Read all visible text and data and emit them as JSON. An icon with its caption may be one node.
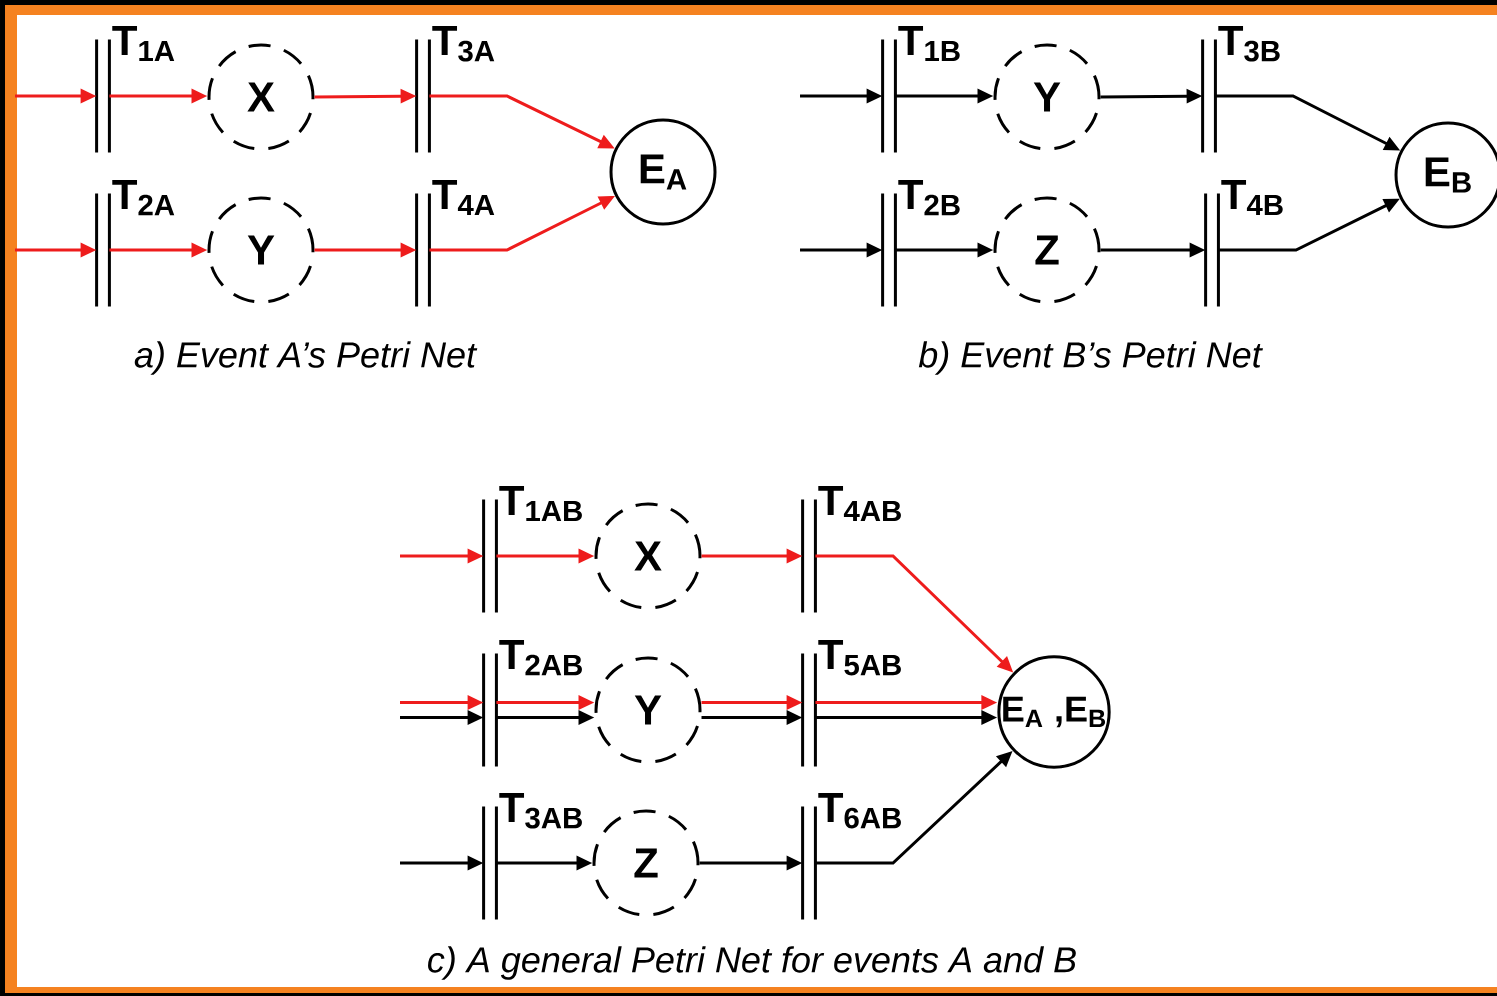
{
  "diagram": {
    "nodes": [
      {
        "text": [
          "T$_{1A}$"
        ]
      },
      {
        "text": [
          "X"
        ]
      },
      {
        "text": [
          "T$_{3A}$"
        ]
      },
      {
        "text": [
          "T$_{2A}$"
        ]
      },
      {
        "text": [
          "Y"
        ]
      },
      {
        "text": [
          "T$_{4A}$"
        ]
      },
      {
        "text": [
          "E$_{A}$"
        ]
      },
      {
        "text": [
          "T$_{1B}$"
        ]
      },
      {
        "text": [
          "Y"
        ]
      },
      {
        "text": [
          "T$_{3B}$"
        ]
      },
      {
        "text": [
          "T$_{2B}$"
        ]
      },
      {
        "text": [
          "Z"
        ]
      },
      {
        "text": [
          "T$_{4B}$"
        ]
      },
      {
        "text": [
          "E$_{B}$"
        ]
      },
      {
        "text": [
          "T$_{1AB}$"
        ]
      },
      {
        "text": [
          "X"
        ]
      },
      {
        "text": [
          "T$_{4AB}$"
        ]
      },
      {
        "text": [
          "T$_{2AB}$"
        ]
      },
      {
        "text": [
          "Y"
        ]
      },
      {
        "text": [
          "T$_{5AB}$"
        ]
      },
      {
        "text": [
          "T$_{3AB}$"
        ]
      },
      {
        "text": [
          "Z"
        ]
      },
      {
        "text": [
          "T$_{6AB}$"
        ]
      },
      {
        "text": [
          "E$_{A}$ ,E$_{B}$"
        ]
      }
    ],
    "edges": [
      {
        "from": null,
        "to": 0,
        "arrow": "to",
        "color": "#ee1c1c"
      },
      {
        "from": 0,
        "to": 1,
        "arrow": "to",
        "color": "#ee1c1c"
      },
      {
        "from": 1,
        "to": 2,
        "arrow": "to",
        "color": "#ee1c1c"
      },
      {
        "from": 2,
        "to": 6,
        "arrow": "to",
        "color": "#ee1c1c"
      },
      {
        "from": null,
        "to": 3,
        "arrow": "to",
        "color": "#ee1c1c"
      },
      {
        "from": 3,
        "to": 4,
        "arrow": "to",
        "color": "#ee1c1c"
      },
      {
        "from": 4,
        "to": 5,
        "arrow": "to",
        "color": "#ee1c1c"
      },
      {
        "from": 5,
        "to": 6,
        "arrow": "to",
        "color": "#ee1c1c"
      },
      {
        "from": null,
        "to": 7,
        "arrow": "to",
        "color": "#000000"
      },
      {
        "from": 7,
        "to": 8,
        "arrow": "to",
        "color": "#000000"
      },
      {
        "from": 8,
        "to": 9,
        "arrow": "to",
        "color": "#000000"
      },
      {
        "from": 9,
        "to": 13,
        "arrow": "to",
        "color": "#000000"
      },
      {
        "from": null,
        "to": 10,
        "arrow": "to",
        "color": "#000000"
      },
      {
        "from": 10,
        "to": 11,
        "arrow": "to",
        "color": "#000000"
      },
      {
        "from": 11,
        "to": 12,
        "arrow": "to",
        "color": "#000000"
      },
      {
        "from": 12,
        "to": 13,
        "arrow": "to",
        "color": "#000000"
      },
      {
        "from": null,
        "to": 14,
        "arrow": "to",
        "color": "#ee1c1c"
      },
      {
        "from": 14,
        "to": 15,
        "arrow": "to",
        "color": "#ee1c1c"
      },
      {
        "from": 15,
        "to": 16,
        "arrow": "to",
        "color": "#ee1c1c"
      },
      {
        "from": 16,
        "to": 23,
        "arrow": "to",
        "color": "#ee1c1c"
      },
      {
        "from": null,
        "to": 17,
        "arrow": "to",
        "color": "#ee1c1c"
      },
      {
        "from": null,
        "to": 17,
        "arrow": "to",
        "color": "#000000"
      },
      {
        "from": 17,
        "to": 18,
        "arrow": "to",
        "color": "#ee1c1c"
      },
      {
        "from": 17,
        "to": 18,
        "arrow": "to",
        "color": "#000000"
      },
      {
        "from": 18,
        "to": 19,
        "arrow": "to",
        "color": "#ee1c1c"
      },
      {
        "from": 18,
        "to": 19,
        "arrow": "to",
        "color": "#000000"
      },
      {
        "from": 19,
        "to": 23,
        "arrow": "to",
        "color": "#ee1c1c"
      },
      {
        "from": 19,
        "to": 23,
        "arrow": "to",
        "color": "#000000"
      },
      {
        "from": null,
        "to": 20,
        "arrow": "to",
        "color": "#000000"
      },
      {
        "from": 20,
        "to": 21,
        "arrow": "to",
        "color": "#000000"
      },
      {
        "from": 21,
        "to": 22,
        "arrow": "to",
        "color": "#000000"
      },
      {
        "from": 22,
        "to": 23,
        "arrow": "to",
        "color": "#000000"
      }
    ],
    "labels": [
      "a) Event A’s Petri Net",
      "b) Event B’s Petri Net",
      "c) A general Petri Net for events A and B"
    ]
  }
}
